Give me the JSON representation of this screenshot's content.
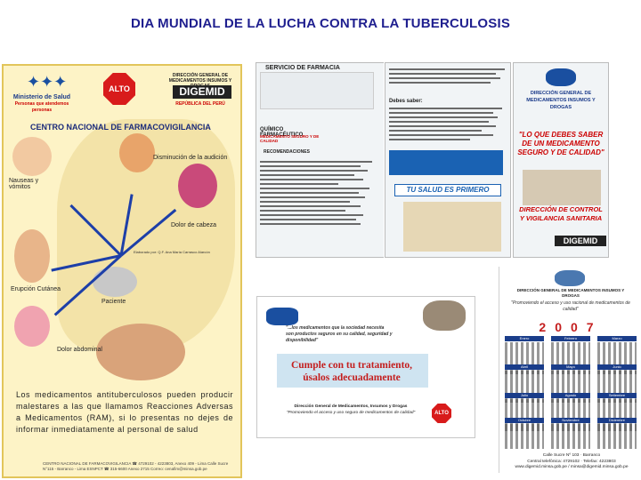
{
  "slide": {
    "title": "DIA MUNDIAL DE LA LUCHA CONTRA LA TUBERCULOSIS"
  },
  "poster1": {
    "ministerio": "Ministerio de Salud",
    "ministerio_sub": "Personas que atendemos personas",
    "alto": "ALTO",
    "direccion": "DIRECCIÓN GENERAL DE MEDICAMENTOS INSUMOS Y DROGAS",
    "digemid": "DIGEMID",
    "republica": "REPÚBLICA DEL PERÚ",
    "centro": "CENTRO NACIONAL DE FARMACOVIGILANCIA",
    "labels": {
      "nauseas": "Nauseas y vómitos",
      "audicion": "Disminución de la audición",
      "cabeza": "Dolor de cabeza",
      "erupcion": "Erupción Cutánea",
      "paciente": "Paciente",
      "abdominal": "Dolor abdominal"
    },
    "text": "Los medicamentos antituberculosos pueden producir malestares a las que llamamos Reacciones Adversas a Medicamentos (RAM), si lo presentas no dejes de informar inmediatamente al personal de salud",
    "footer": "CENTRO NACIONAL DE FARMACOVIGILANCIA ☎ 4729102 - 4223803, Anexo 409 - Lima  Calle Sucre N°115 - Barranco - Lima  ESNPCT ☎ 315-6600 Anexo 2715  Correo: cenafim@minsa.gob.pe"
  },
  "poster2": {
    "header": "SERVICIO DE FARMACIA",
    "quimico": "QUÍMICO FARMACÉUTICO",
    "medicamento": "MEDICAMENTO SEGURO Y DE CALIDAD",
    "recomendaciones": "RECOMENDACIONES",
    "debes_saber": "Debes saber:",
    "tu_salud": "TU SALUD ES PRIMERO",
    "footer": "Elaborado por: Q.F. Ana María Carrasco Alarcón"
  },
  "poster3": {
    "direccion": "DIRECCIÓN GENERAL DE MEDICAMENTOS INSUMOS Y DROGAS",
    "pregunta": "\"LO QUE DEBES SABER DE UN MEDICAMENTO SEGURO Y DE CALIDAD\"",
    "dcv": "DIRECCIÓN DE CONTROL Y VIGILANCIA SANITARIA",
    "digemid": "DIGEMID"
  },
  "poster4": {
    "quote": "\"...los medicamentos que la sociedad necesita son productos seguros en su calidad, seguridad y disponibilidad\"",
    "cumple": "Cumple con tu tratamiento, úsalos adecuadamente",
    "direccion": "Dirección General de Medicamentos, Insumos y Drogas",
    "direccion_sub": "\"Promoviendo el acceso y uso seguro de medicamentos de calidad\"",
    "alto": "ALTO"
  },
  "calendar": {
    "header": "DIRECCIÓN GENERAL DE MEDICAMENTOS INSUMOS Y DROGAS",
    "motto": "\"Promoviendo el acceso y uso racional de medicamentos de calidad\"",
    "year": "2007",
    "months": [
      "Enero",
      "Febrero",
      "Marzo",
      "Abril",
      "Mayo",
      "Junio",
      "Julio",
      "Agosto",
      "Setiembre",
      "Octubre",
      "Noviembre",
      "Diciembre"
    ],
    "address": "Calle Sucre Nº 103 · Barranco",
    "phone": "Central telefónica: 4729102 · Telefax: 4223803",
    "web": "www.digemid.minsa.gob.pe / minsa@digemid.minsa.gob.pe"
  }
}
